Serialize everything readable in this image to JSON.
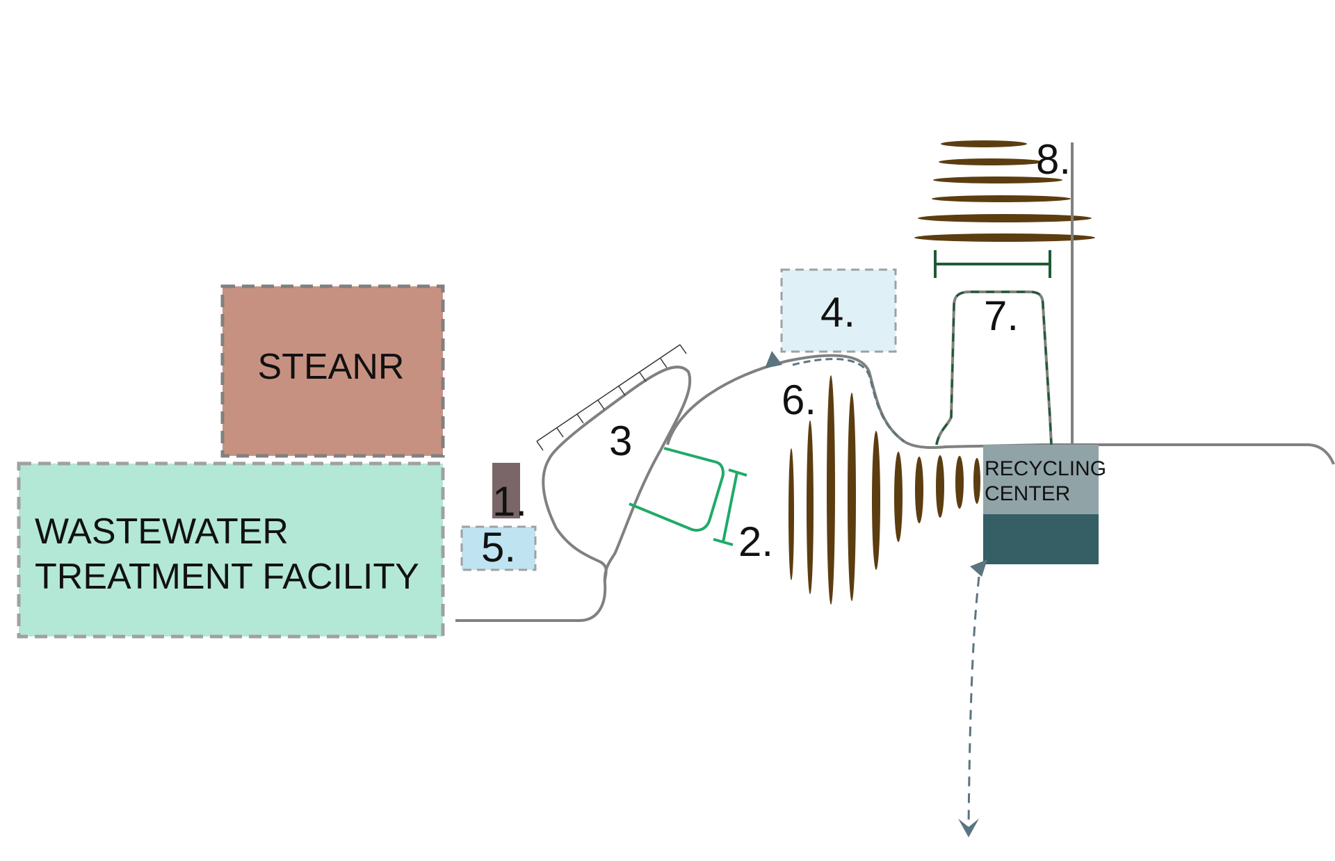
{
  "zones": {
    "wastewater": {
      "line1": "WASTEWATER",
      "line2": "TREATMENT FACILITY",
      "color": "#b3e8d6"
    },
    "steanr": {
      "label": "STEANR",
      "color": "#c79181"
    },
    "recycling": {
      "line1": "RECYCLING",
      "line2": "CENTER",
      "top_color": "#90a4a8",
      "bottom_color": "#355e65"
    }
  },
  "markers": {
    "m1": {
      "label": "1.",
      "color": "#7a6669"
    },
    "m2": {
      "label": "2."
    },
    "m3": {
      "label": "3"
    },
    "m4": {
      "label": "4.",
      "color": "#dff0f6"
    },
    "m5": {
      "label": "5.",
      "color": "#bfe3f1"
    },
    "m6": {
      "label": "6."
    },
    "m7": {
      "label": "7."
    },
    "m8": {
      "label": "8."
    }
  },
  "colors": {
    "ground_line": "#808080",
    "green_bracket": "#1faa6a",
    "dark_green": "#1e5a35",
    "arrow_blue": "#5a7580",
    "brown": "#5c3d10"
  }
}
